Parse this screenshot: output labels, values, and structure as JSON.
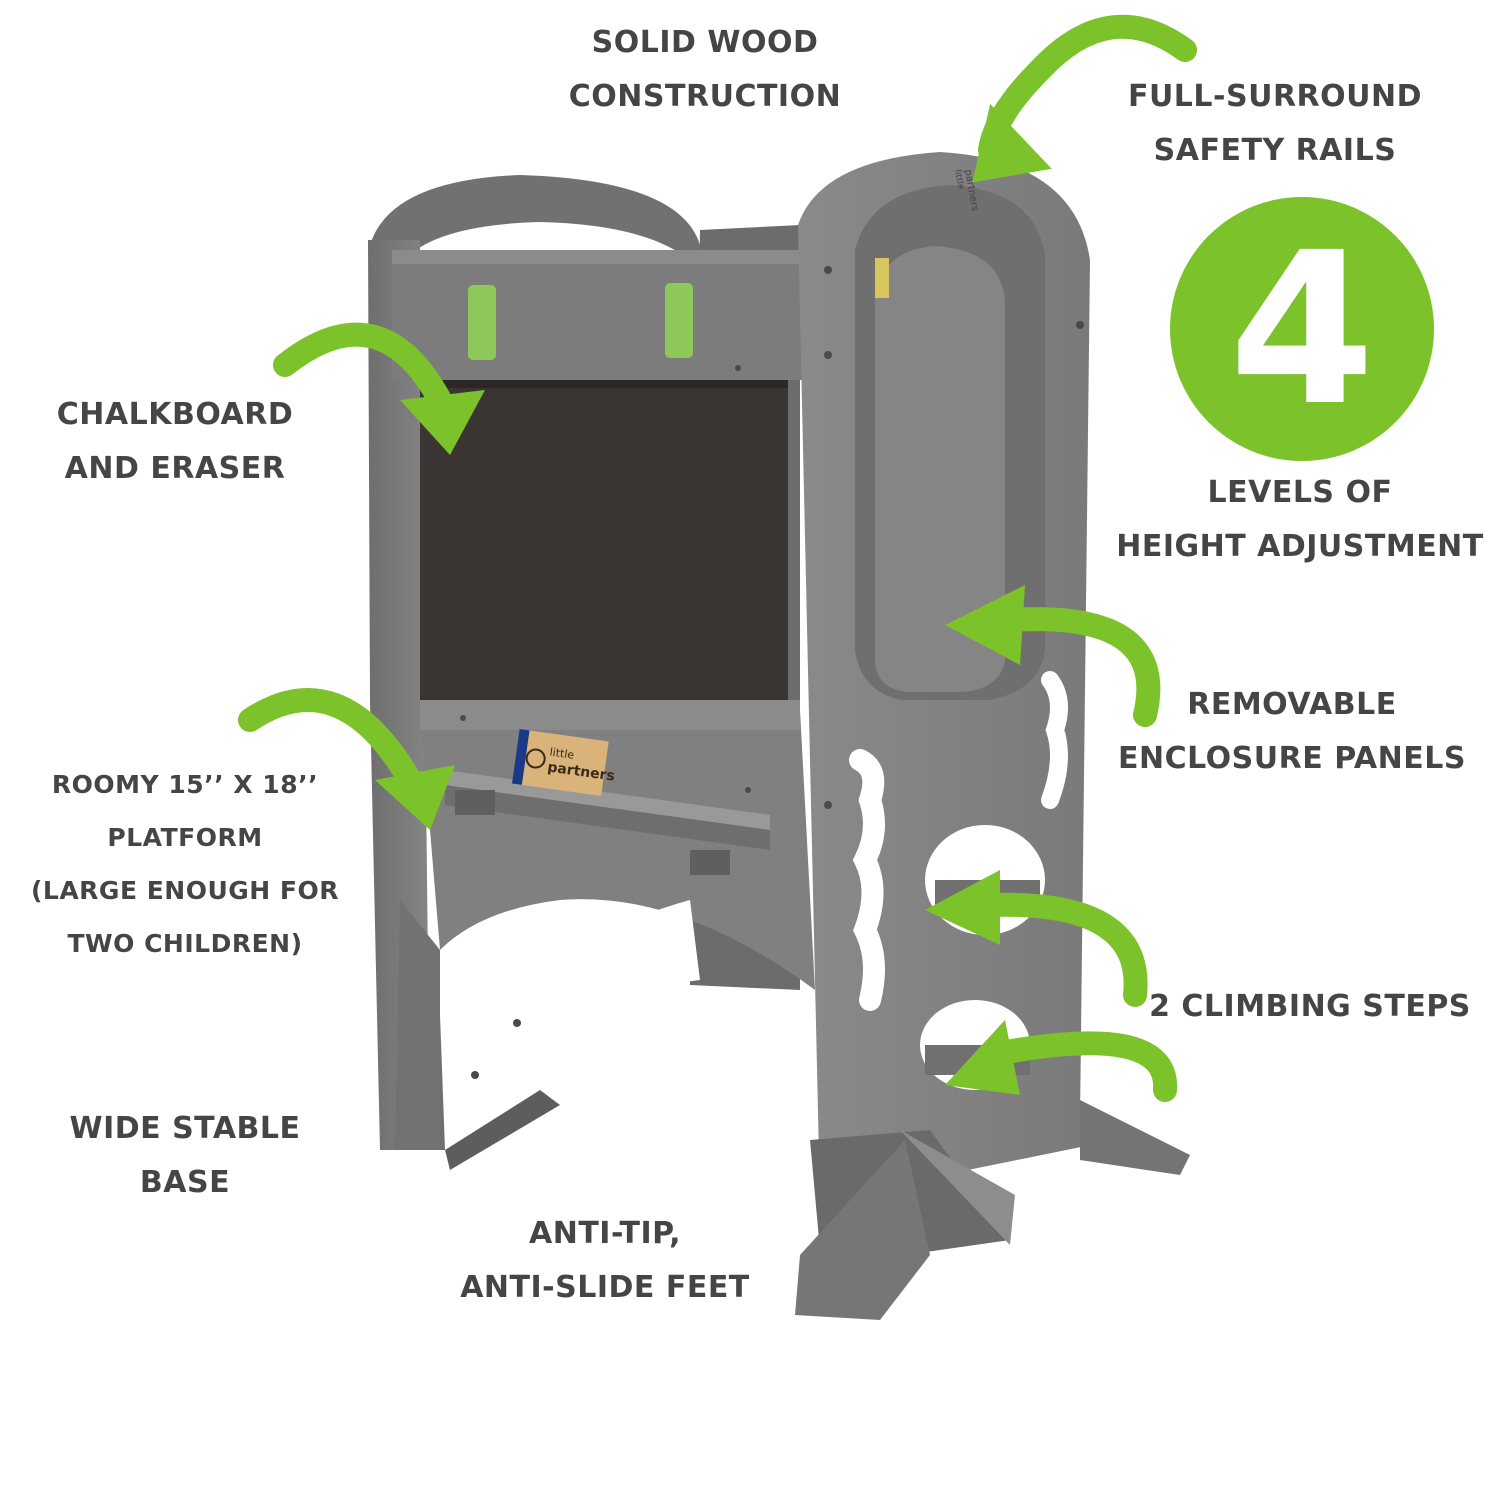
{
  "callouts": {
    "solid_wood": [
      "SOLID WOOD",
      "CONSTRUCTION"
    ],
    "safety_rails": [
      "FULL-SURROUND",
      "SAFETY RAILS"
    ],
    "height_levels": [
      "LEVELS OF",
      "HEIGHT ADJUSTMENT"
    ],
    "chalkboard": [
      "CHALKBOARD",
      "AND ERASER"
    ],
    "enclosure": [
      "REMOVABLE",
      "ENCLOSURE PANELS"
    ],
    "platform": [
      "ROOMY 15’’ X 18’’",
      "PLATFORM",
      "(LARGE ENOUGH FOR",
      "TWO CHILDREN)"
    ],
    "climbing_steps": [
      "2 CLIMBING STEPS"
    ],
    "stable_base": [
      "WIDE STABLE",
      "BASE"
    ],
    "feet": [
      "ANTI-TIP,",
      "ANTI-SLIDE FEET"
    ]
  },
  "badge": {
    "number": "4"
  },
  "eraser_brand": [
    "little",
    "partners"
  ],
  "rail_brand": [
    "little",
    "partners"
  ],
  "colors": {
    "arrow_green": "#7cc22b",
    "label_gray": "#454545",
    "wood_gray": "#7b7b7b",
    "chalkboard": "#3a3432",
    "strap_green": "#8fc85a"
  },
  "icons": [
    "curved-arrow-icon"
  ]
}
